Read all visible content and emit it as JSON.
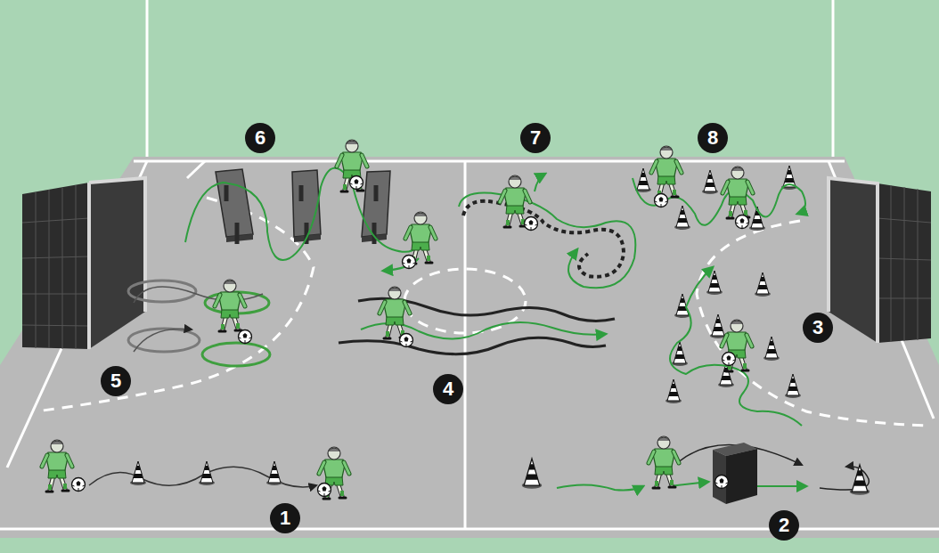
{
  "diagram": {
    "labels": [
      "6",
      "7",
      "8",
      "3",
      "5",
      "4",
      "1",
      "2"
    ]
  }
}
